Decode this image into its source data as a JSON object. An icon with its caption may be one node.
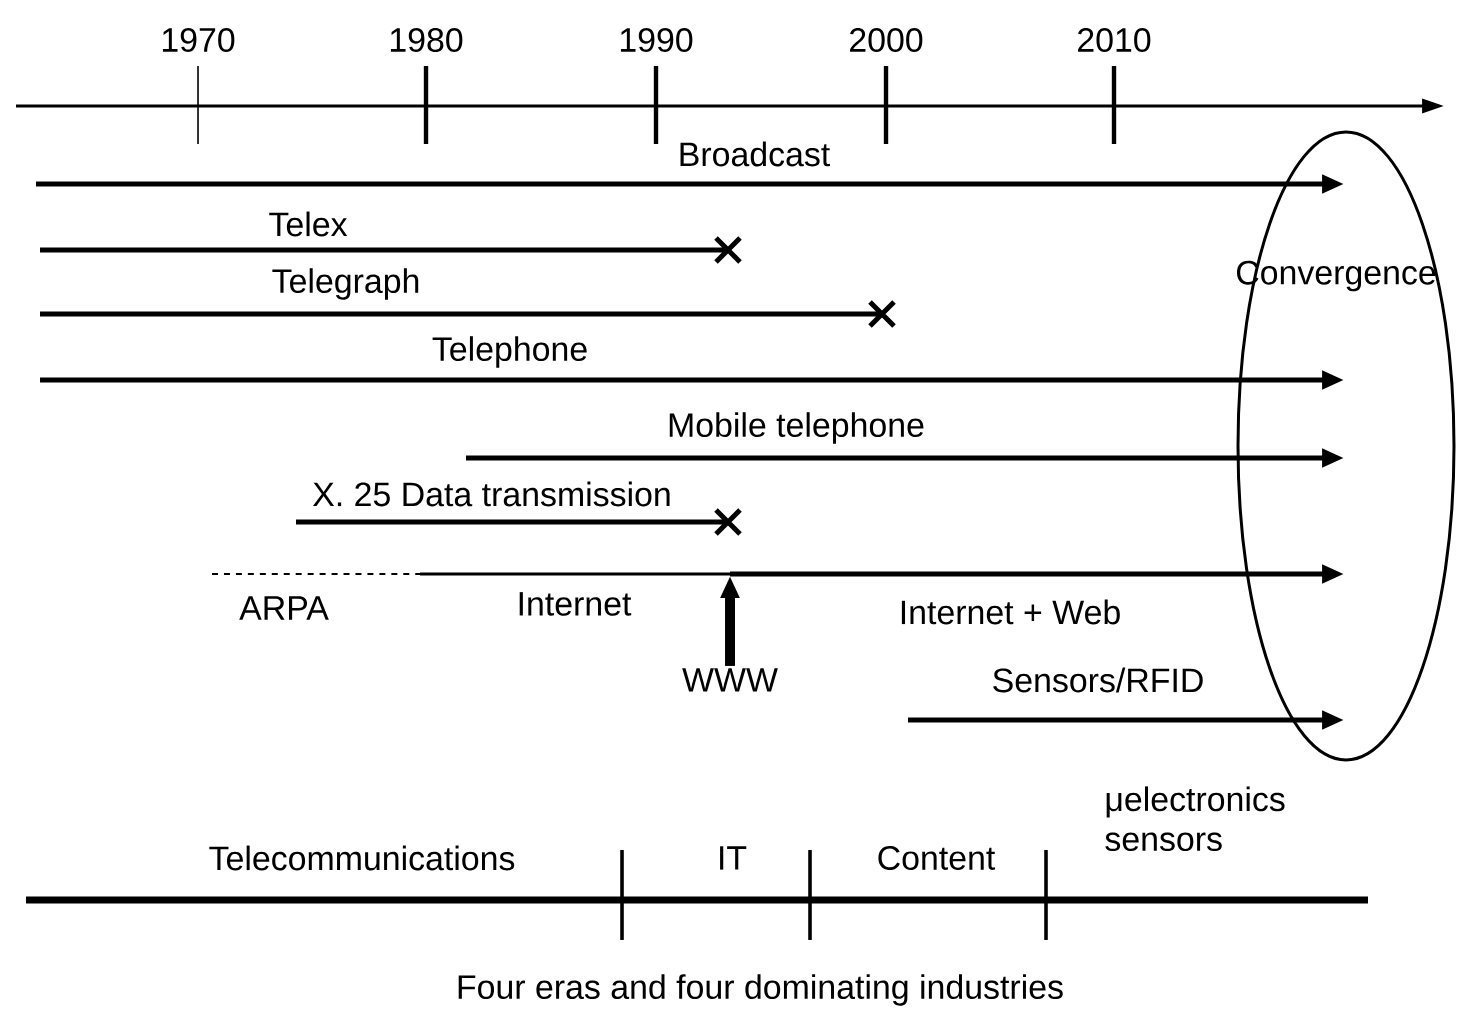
{
  "diagram": {
    "caption": "Four eras and four dominating industries",
    "nodes": [
      {
        "text": [
          "Convergence"
        ]
      },
      {
        "text": [
          "WWW"
        ]
      }
    ],
    "edges": [
      {
        "from": null,
        "to": 0,
        "arrow": "to",
        "label": "Broadcast"
      },
      {
        "from": null,
        "to": 0,
        "arrow": "to",
        "label": "Telephone"
      },
      {
        "from": null,
        "to": 0,
        "arrow": "to",
        "label": "Mobile telephone"
      },
      {
        "from": null,
        "to": 0,
        "arrow": "to",
        "label": "Internet + Web"
      },
      {
        "from": null,
        "to": 0,
        "arrow": "to",
        "label": "Sensors/RFID"
      },
      {
        "from": 1,
        "to": null,
        "arrow": "to",
        "style": "thick"
      }
    ],
    "labels": [
      "1970",
      "1980",
      "1990",
      "2000",
      "2010",
      "Telex",
      "Telegraph",
      "X. 25 Data transmission",
      "ARPA",
      "Internet",
      "Telecommunications",
      "IT",
      "Content",
      "μelectronics sensors"
    ]
  }
}
